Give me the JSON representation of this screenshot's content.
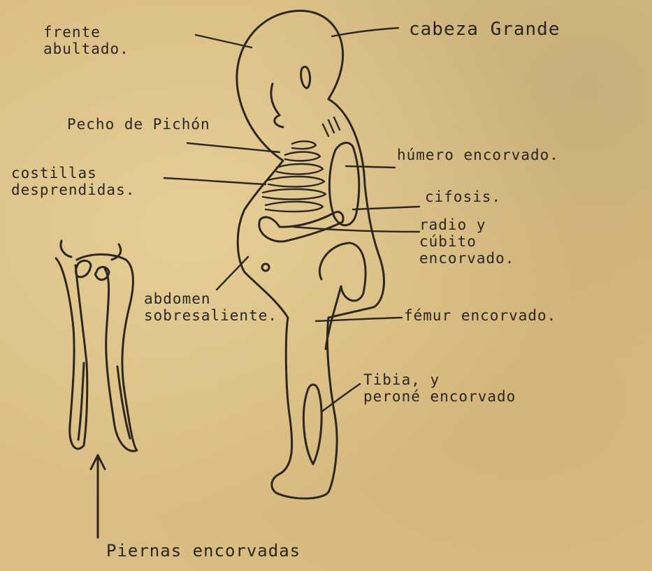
{
  "labels": {
    "frente": "frente\nabultado.",
    "cabeza": "cabeza Grande",
    "pecho": "Pecho de Pichón",
    "costillas": "costillas\ndesprendidas.",
    "humero": "húmero encorvado.",
    "cifosis": "cifosis.",
    "radio": "radio y\ncúbito\nencorvado.",
    "abdomen": "abdomen\nsobresaliente.",
    "femur": "fémur encorvado.",
    "tibia": "Tibia, y\nperoné encorvado",
    "piernas": "Piernas encorvadas"
  },
  "colors": {
    "paper": "#d9bd84",
    "ink": "#2c2820"
  }
}
